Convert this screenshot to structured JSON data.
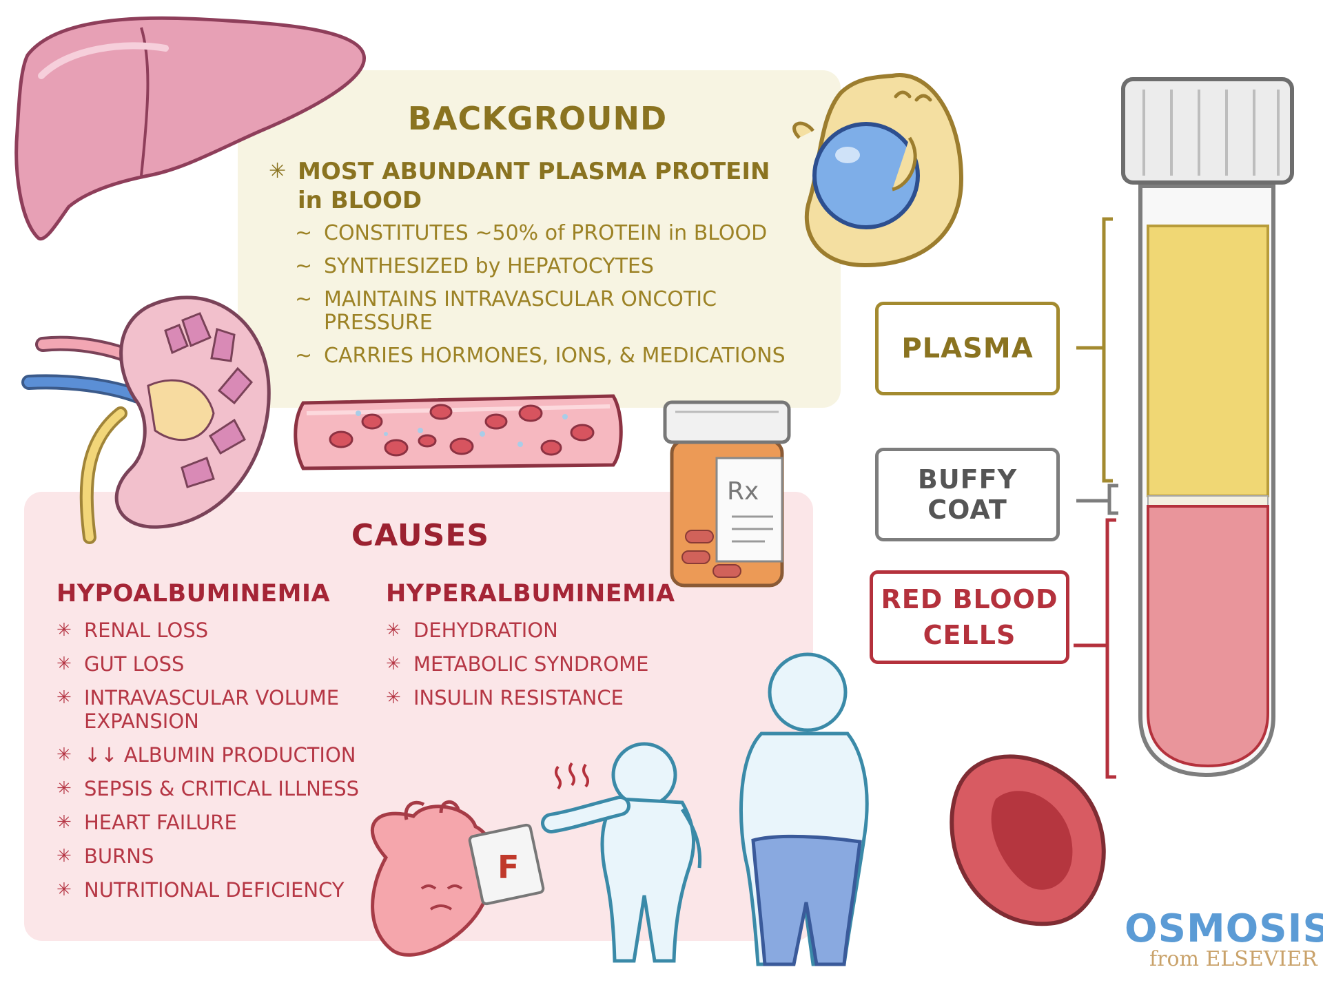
{
  "background": {
    "title": "BACKGROUND",
    "main_point": "MOST ABUNDANT PLASMA PROTEIN in BLOOD",
    "bullet_marker": "✳",
    "sub_marker": "~",
    "sub_points": [
      "CONSTITUTES ~50% of PROTEIN in BLOOD",
      "SYNTHESIZED by HEPATOCYTES",
      "MAINTAINS INTRAVASCULAR ONCOTIC PRESSURE",
      "CARRIES HORMONES, IONS, & MEDICATIONS"
    ]
  },
  "causes": {
    "title": "CAUSES",
    "hypo": {
      "heading": "HYPOALBUMINEMIA",
      "items": [
        "RENAL LOSS",
        "GUT LOSS",
        "INTRAVASCULAR VOLUME EXPANSION",
        "↓↓ ALBUMIN PRODUCTION",
        "SEPSIS & CRITICAL ILLNESS",
        "HEART FAILURE",
        "BURNS",
        "NUTRITIONAL DEFICIENCY"
      ]
    },
    "hyper": {
      "heading": "HYPERALBUMINEMIA",
      "items": [
        "DEHYDRATION",
        "METABOLIC SYNDROME",
        "INSULIN RESISTANCE"
      ]
    }
  },
  "tube_labels": {
    "plasma": "PLASMA",
    "buffy_line1": "BUFFY",
    "buffy_line2": "COAT",
    "rbc_line1": "RED BLOOD",
    "rbc_line2": "CELLS"
  },
  "illustration_text": {
    "rx": "Rx",
    "grade": "F"
  },
  "logo": {
    "name": "OSMOSIS",
    "sub": "from ELSEVIER"
  },
  "colors": {
    "background_panel": "#f7f4e2",
    "background_text": "#8a7320",
    "causes_panel": "#fbe6e8",
    "causes_text": "#a52536",
    "plasma": "#f0d774",
    "red_cells": "#e9959b",
    "logo_blue": "#5b9bd5"
  }
}
